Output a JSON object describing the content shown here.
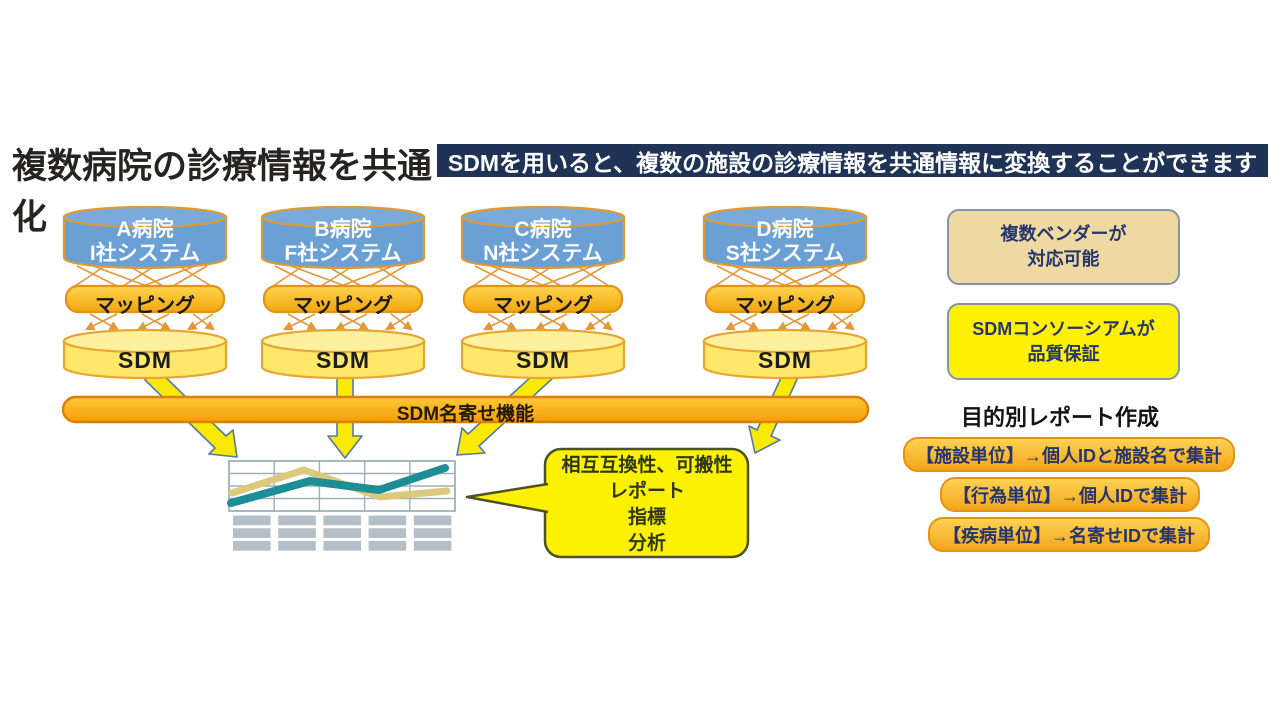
{
  "colors": {
    "banner_navy": "#1e3356",
    "cylinder_blue": "#6aa0d4",
    "cylinder_yellow": "#ffe76a",
    "mapping_gold": "#ffc93a",
    "arrow_yellow": "#f9e903",
    "arrow_outline_blue": "#5579a8",
    "connector_orange": "#e2973a",
    "callout_yellow": "#fdf102",
    "benefit_tan": "#eed9a2",
    "benefit_yellow": "#fff101",
    "report_bar_gold": "#f2a51c",
    "chart_line_teal": "#1d8e95",
    "chart_line_khaki": "#dcc97c",
    "navy_text": "#26356b"
  },
  "header": {
    "title": "複数病院の診療情報を共通化",
    "banner": "SDMを用いると、複数の施設の診療情報を共通情報に変換することができます"
  },
  "hospitals": [
    {
      "name": "A病院",
      "system": "I社システム",
      "mapping": "マッピング",
      "db": "SDM"
    },
    {
      "name": "B病院",
      "system": "F社システム",
      "mapping": "マッピング",
      "db": "SDM"
    },
    {
      "name": "C病院",
      "system": "N社システム",
      "mapping": "マッピング",
      "db": "SDM"
    },
    {
      "name": "D病院",
      "system": "S社システム",
      "mapping": "マッピング",
      "db": "SDM"
    }
  ],
  "merge_bar": {
    "label": "SDM名寄せ機能"
  },
  "report_callout": {
    "lines": [
      "相互互換性、可搬性",
      "レポート",
      "指標",
      "分析"
    ]
  },
  "benefits": [
    {
      "line1": "複数ベンダーが",
      "line2": "対応可能"
    },
    {
      "line1": "SDMコンソーシアムが",
      "line2": "品質保証"
    }
  ],
  "reports": {
    "heading": "目的別レポート作成",
    "items": [
      "【施設単位】→個人IDと施設名で集計",
      "【行為単位】→個人IDで集計",
      "【疾病単位】→名寄せIDで集計"
    ]
  }
}
